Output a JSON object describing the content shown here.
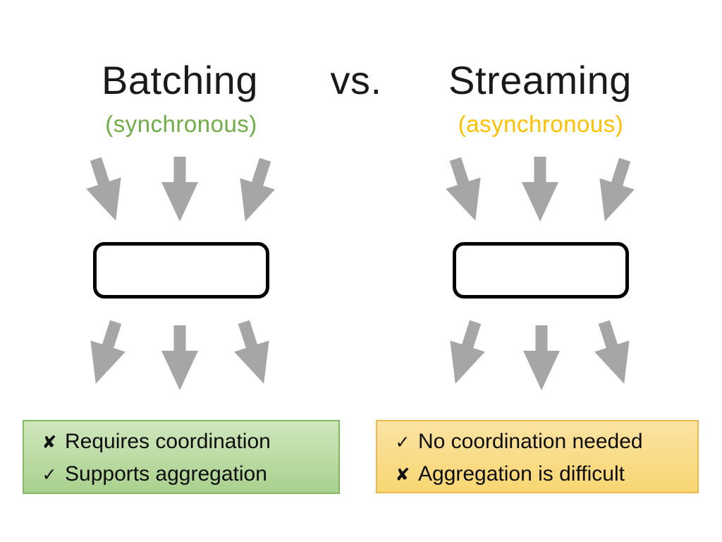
{
  "title": {
    "left": "Batching",
    "separator": "vs.",
    "right": "Streaming"
  },
  "subtitles": {
    "left": "(synchronous)",
    "right": "(asynchronous)"
  },
  "notes": {
    "batching": [
      {
        "bullet": "✘",
        "text": "Requires coordination"
      },
      {
        "bullet": "✓",
        "text": "Supports aggregation"
      }
    ],
    "streaming": [
      {
        "bullet": "✓",
        "text": "No coordination needed"
      },
      {
        "bullet": "✘",
        "text": "Aggregation is difficult"
      }
    ]
  },
  "colors": {
    "title_text": "#1A1A1A",
    "subtitle_synchronous": "#70AD47",
    "subtitle_asynchronous": "#FFC000",
    "arrow_gray": "#A6A6A6",
    "process_box_border": "#000000",
    "process_box_fill": "#FFFFFF",
    "batching_note_fill_top": "#CFE6BC",
    "batching_note_fill_bottom": "#A9D18E",
    "batching_note_border": "#84B763",
    "streaming_note_fill_top": "#FBE3A2",
    "streaming_note_fill_bottom": "#F8D671",
    "streaming_note_border": "#EDB84E",
    "note_text": "#0D0D0D"
  }
}
